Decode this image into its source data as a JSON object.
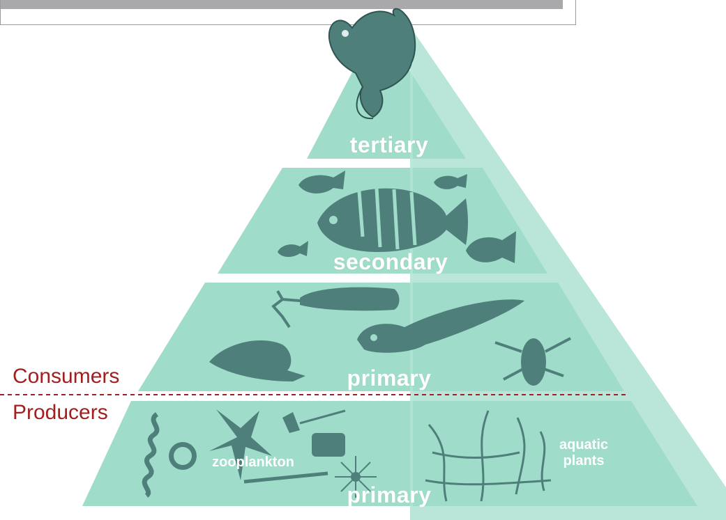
{
  "diagram": {
    "tiers": {
      "tertiary": "tertiary",
      "secondary": "secondary",
      "primary_consumers": "primary",
      "primary_producers": "primary"
    },
    "groups": {
      "consumers": "Consumers",
      "producers": "Producers"
    },
    "producer_labels": {
      "zooplankton": "zooplankton",
      "aquatic_plants_line1": "aquatic",
      "aquatic_plants_line2": "plants"
    }
  },
  "colors": {
    "tier_fill": "#9fdcc9",
    "tier_shadow": "#b9e6d9",
    "organism": "#4e7f7a",
    "divider": "#a31f1f",
    "label_text": "#ffffff"
  },
  "icons": [
    "bass-icon",
    "bluegill-icon",
    "sunfish-icon",
    "caddisfly-larva-icon",
    "tadpole-icon",
    "snail-icon",
    "water-beetle-icon",
    "algae-icon",
    "plant-icon"
  ]
}
